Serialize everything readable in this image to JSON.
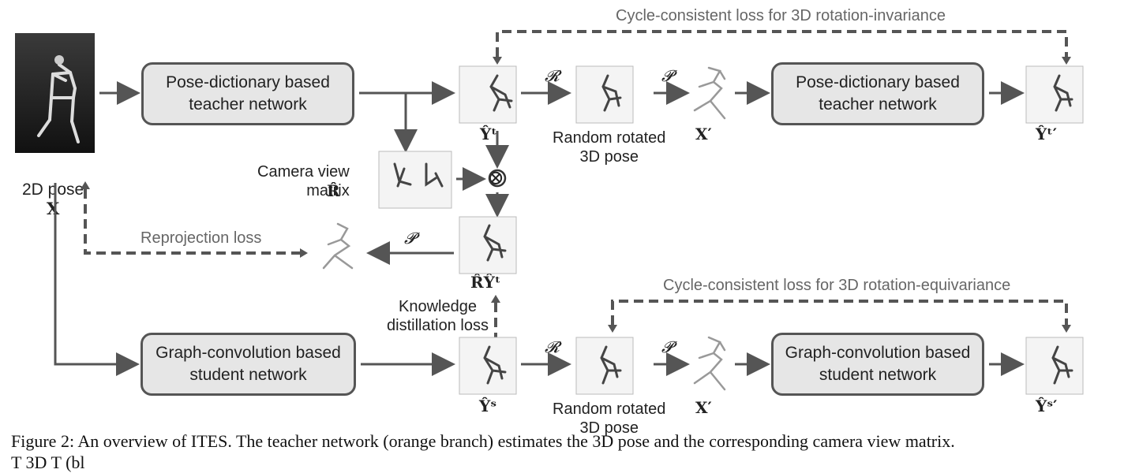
{
  "boxes": {
    "teacher_top": "Pose-dictionary based\nteacher network",
    "teacher_right": "Pose-dictionary based\nteacher network",
    "student_left": "Graph-convolution based\nstudent network",
    "student_right": "Graph-convolution based\nstudent network"
  },
  "labels": {
    "input_pose": "2D pose",
    "input_symbol": "X",
    "camera_view": "Camera view\nmatrix",
    "camera_symbol": "R̂",
    "random_rotated_top": "Random rotated\n3D pose",
    "random_rotated_bottom": "Random rotated\n3D pose",
    "reprojection_loss": "Reprojection loss",
    "cycle_top": "Cycle-consistent loss for 3D rotation-invariance",
    "cycle_bottom": "Cycle-consistent loss for 3D rotation-equivariance",
    "kd_loss": "Knowledge\ndistillation loss"
  },
  "symbols": {
    "y_t": "Ŷᵗ",
    "x_prime_top": "X′",
    "y_t_prime": "Ŷᵗ′",
    "r_y_t": "R̂Ŷᵗ",
    "y_s": "Ŷˢ",
    "x_prime_bottom": "X′",
    "y_s_prime": "Ŷˢ′",
    "rot_op_top": "𝓡",
    "proj_op_top": "𝓟",
    "proj_op_mid": "𝓟",
    "rot_op_bottom": "𝓡",
    "proj_op_bottom": "𝓟",
    "otimes": "⊗"
  },
  "caption": {
    "line1": "Figure 2: An overview of ITES. The teacher network (orange branch) estimates the 3D pose and the corresponding camera view matrix.",
    "line2": "T                                                   3D                                              T              (bl"
  }
}
